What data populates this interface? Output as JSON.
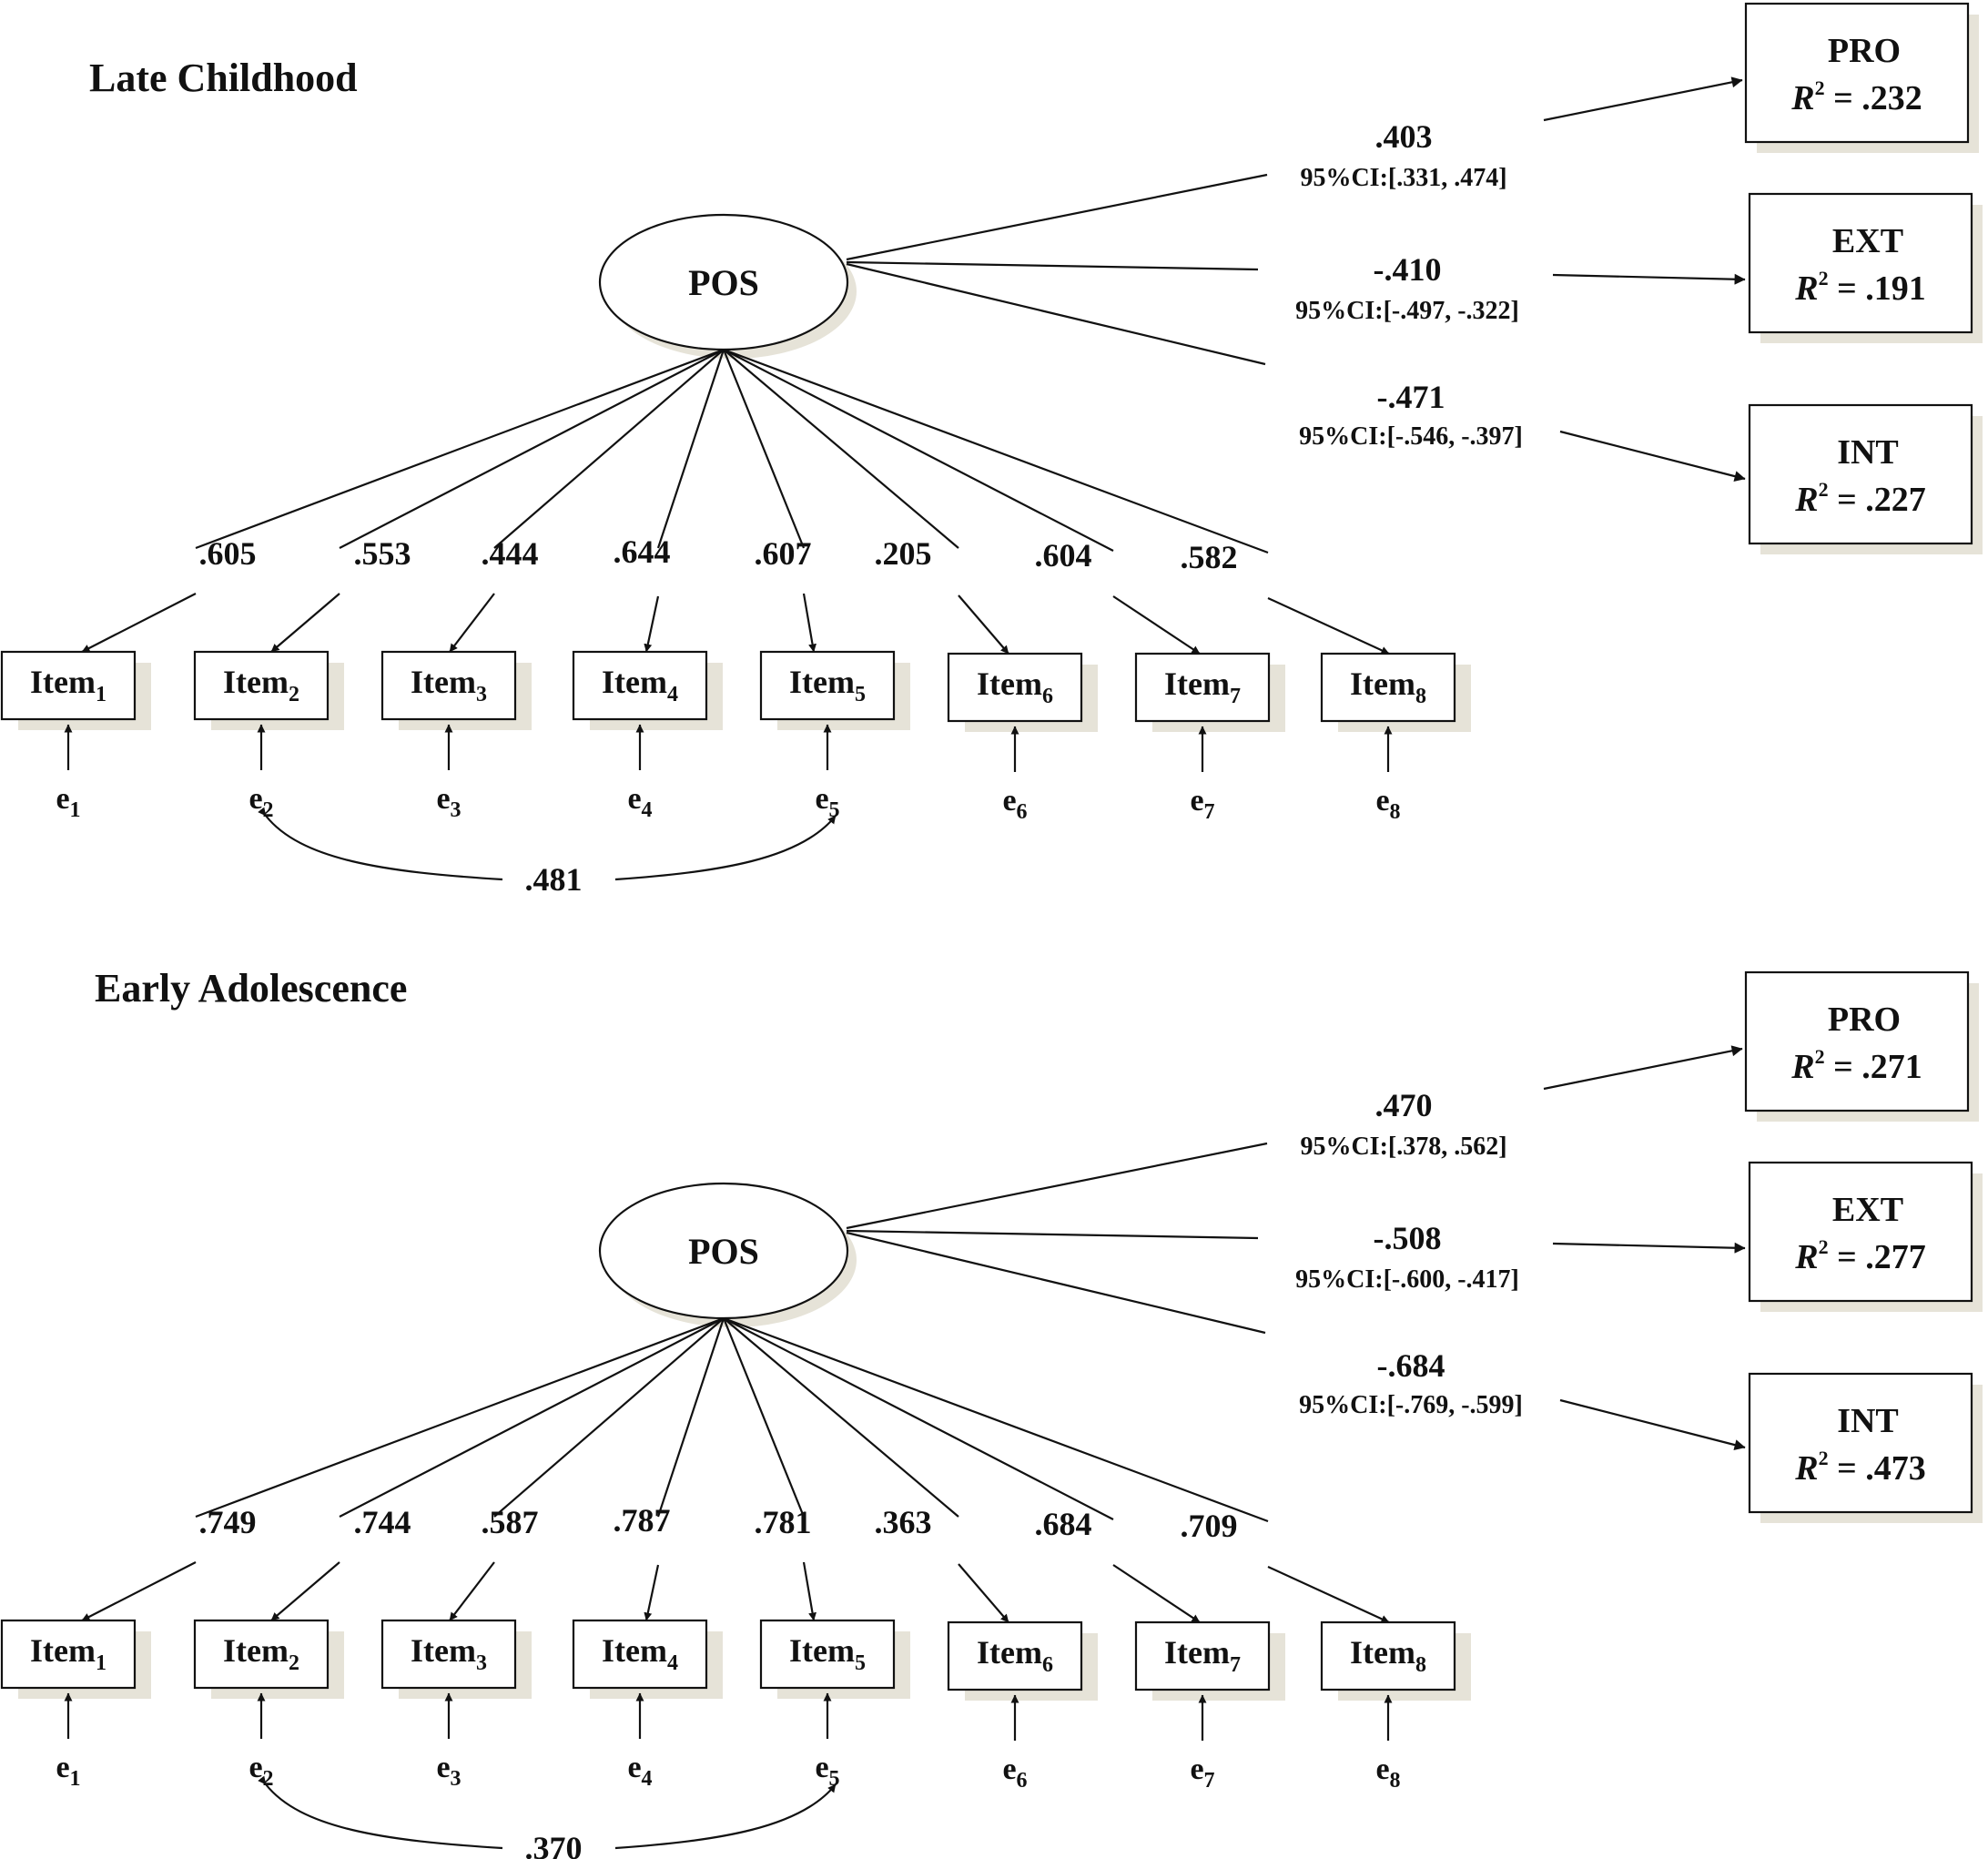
{
  "colors": {
    "ink": "#111111",
    "shadow": "#e6e3d8",
    "background": "#ffffff"
  },
  "panels": [
    {
      "title": "Late Childhood",
      "latent": "POS",
      "outcomes": [
        {
          "name": "PRO",
          "r2_label": "R",
          "r2_sup": "2",
          "r2_value": " = .232",
          "coef": ".403",
          "ci": "95%CI:[.331, .474]"
        },
        {
          "name": "EXT",
          "r2_label": "R",
          "r2_sup": "2",
          "r2_value": " = .191",
          "coef": "-.410",
          "ci": "95%CI:[-.497, -.322]"
        },
        {
          "name": "INT",
          "r2_label": "R",
          "r2_sup": "2",
          "r2_value": " = .227",
          "coef": "-.471",
          "ci": "95%CI:[-.546, -.397]"
        }
      ],
      "items": [
        {
          "label": "Item",
          "sub": "1",
          "loading": ".605",
          "error": "e",
          "error_sub": "1"
        },
        {
          "label": "Item",
          "sub": "2",
          "loading": ".553",
          "error": "e",
          "error_sub": "2"
        },
        {
          "label": "Item",
          "sub": "3",
          "loading": ".444",
          "error": "e",
          "error_sub": "3"
        },
        {
          "label": "Item",
          "sub": "4",
          "loading": ".644",
          "error": "e",
          "error_sub": "4"
        },
        {
          "label": "Item",
          "sub": "5",
          "loading": ".607",
          "error": "e",
          "error_sub": "5"
        },
        {
          "label": "Item",
          "sub": "6",
          "loading": ".205",
          "error": "e",
          "error_sub": "6"
        },
        {
          "label": "Item",
          "sub": "7",
          "loading": ".604",
          "error": "e",
          "error_sub": "7"
        },
        {
          "label": "Item",
          "sub": "8",
          "loading": ".582",
          "error": "e",
          "error_sub": "8"
        }
      ],
      "covariance": {
        "between": [
          "e2",
          "e5"
        ],
        "value": ".481"
      }
    },
    {
      "title": "Early Adolescence",
      "latent": "POS",
      "outcomes": [
        {
          "name": "PRO",
          "r2_label": "R",
          "r2_sup": "2",
          "r2_value": " = .271",
          "coef": ".470",
          "ci": "95%CI:[.378, .562]"
        },
        {
          "name": "EXT",
          "r2_label": "R",
          "r2_sup": "2",
          "r2_value": " = .277",
          "coef": "-.508",
          "ci": "95%CI:[-.600, -.417]"
        },
        {
          "name": "INT",
          "r2_label": "R",
          "r2_sup": "2",
          "r2_value": " = .473",
          "coef": "-.684",
          "ci": "95%CI:[-.769, -.599]"
        }
      ],
      "items": [
        {
          "label": "Item",
          "sub": "1",
          "loading": ".749",
          "error": "e",
          "error_sub": "1"
        },
        {
          "label": "Item",
          "sub": "2",
          "loading": ".744",
          "error": "e",
          "error_sub": "2"
        },
        {
          "label": "Item",
          "sub": "3",
          "loading": ".587",
          "error": "e",
          "error_sub": "3"
        },
        {
          "label": "Item",
          "sub": "4",
          "loading": ".787",
          "error": "e",
          "error_sub": "4"
        },
        {
          "label": "Item",
          "sub": "5",
          "loading": ".781",
          "error": "e",
          "error_sub": "5"
        },
        {
          "label": "Item",
          "sub": "6",
          "loading": ".363",
          "error": "e",
          "error_sub": "6"
        },
        {
          "label": "Item",
          "sub": "7",
          "loading": ".684",
          "error": "e",
          "error_sub": "7"
        },
        {
          "label": "Item",
          "sub": "8",
          "loading": ".709",
          "error": "e",
          "error_sub": "8"
        }
      ],
      "covariance": {
        "between": [
          "e2",
          "e5"
        ],
        "value": ".370"
      }
    }
  ]
}
